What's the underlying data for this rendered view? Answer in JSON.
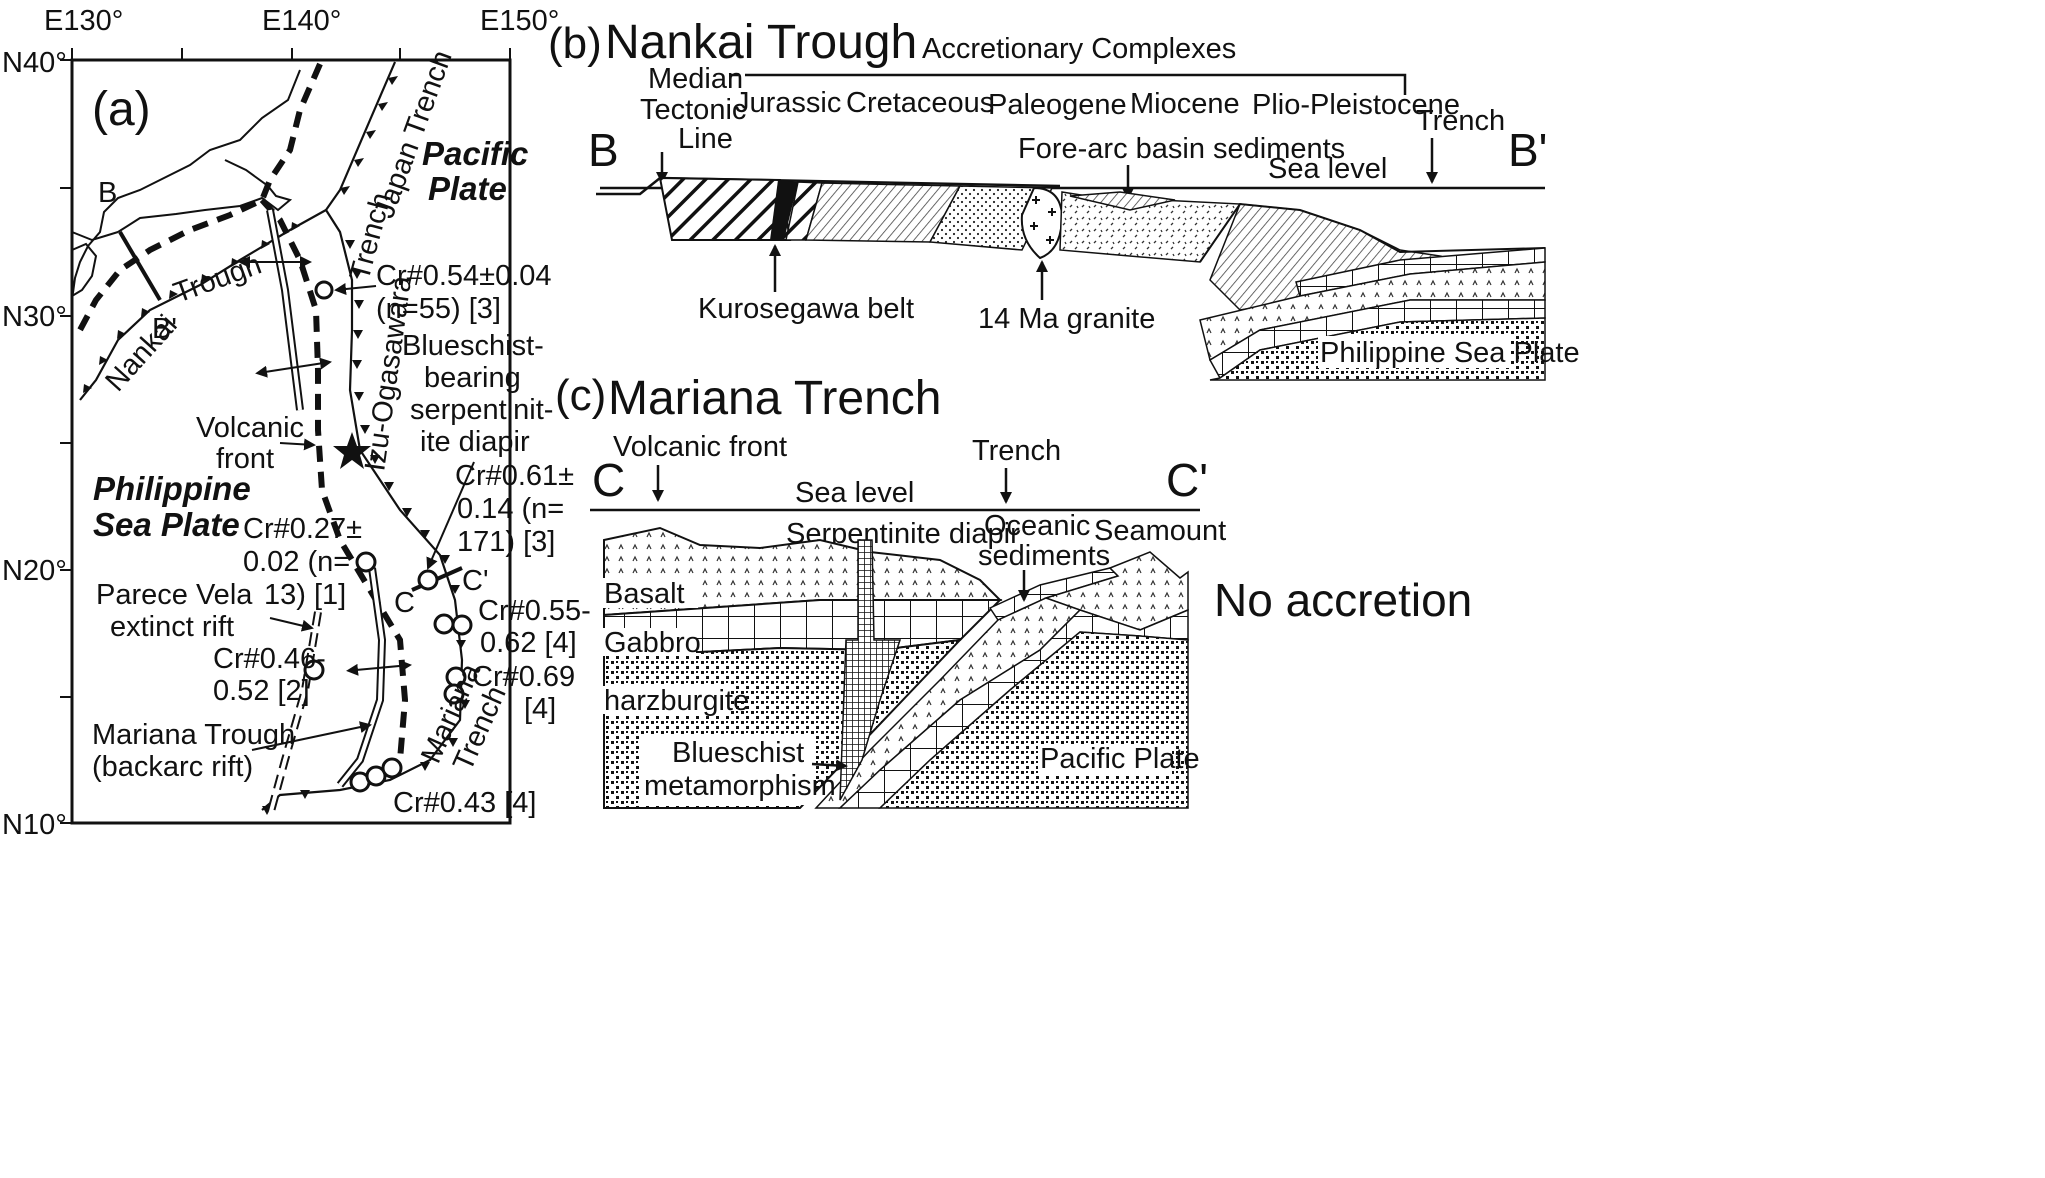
{
  "map": {
    "panel": "(a)",
    "lon_ticks": [
      "E130°",
      "E140°",
      "E150°"
    ],
    "lat_ticks": [
      "N40°",
      "N30°",
      "N20°",
      "N10°"
    ],
    "labels": {
      "japan_trench": "Japan Trench",
      "pacific_plate_1": "Pacific",
      "pacific_plate_2": "Plate",
      "philippine_1": "Philippine",
      "philippine_2": "Sea Plate",
      "nankai": "Nankai",
      "trough": "Trough",
      "trench": "Trench",
      "izu_ogasawara": "Izu-Ogasawara",
      "b": "B",
      "b_prime": "B'",
      "c": "C",
      "c_prime": "C'",
      "volcanic_front_1": "Volcanic",
      "volcanic_front_2": "front",
      "parece_1": "Parece Vela",
      "parece_2": "extinct rift",
      "mariana_trough_1": "Mariana Trough",
      "mariana_trough_2": "(backarc  rift)",
      "mariana_trench_1": "Mariana",
      "mariana_trench_2": "Trench",
      "blueschist_1": "Blueschist-",
      "blueschist_2": "bearing",
      "blueschist_3": "serpentinit-",
      "blueschist_4": "ite diapir"
    },
    "cr_values": {
      "cr1_a": "Cr#0.54±0.04",
      "cr1_b": "(n=55) [3]",
      "cr2_a": "Cr#0.61±",
      "cr2_b": "0.14 (n=",
      "cr2_c": "171) [3]",
      "cr3_a": "Cr#0.27±",
      "cr3_b": "0.02 (n=",
      "cr3_c": "13) [1]",
      "cr4_a": "Cr#0.55-",
      "cr4_b": "0.62 [4]",
      "cr5_a": "Cr#0.46-",
      "cr5_b": "0.52 [2]",
      "cr6_a": "Cr#0.69",
      "cr6_b": "[4]",
      "cr7": "Cr#0.43 [4]"
    }
  },
  "nankai": {
    "panel": "(b)",
    "title": "Nankai Trough",
    "accretionary": "Accretionary Complexes",
    "median_1": "Median",
    "median_2": "Tectonic",
    "median_3": "Line",
    "jurassic": "Jurassic",
    "cretaceous": "Cretaceous",
    "paleogene": "Paleogene",
    "miocene": "Miocene",
    "plio": "Plio-Pleistocene",
    "trench": "Trench",
    "b": "B",
    "b_prime": "B'",
    "forearc": "Fore-arc basin sediments",
    "sea_level": "Sea level",
    "kurosegawa": "Kurosegawa belt",
    "granite": "14 Ma granite",
    "philippine": "Philippine Sea Plate"
  },
  "mariana": {
    "panel": "(c)",
    "title": "Mariana Trench",
    "volcanic_front": "Volcanic front",
    "trench": "Trench",
    "c": "C",
    "c_prime": "C'",
    "sea_level": "Sea level",
    "serpentinite": "Serpentinite diapir",
    "oceanic_1": "Oceanic",
    "oceanic_2": "sediments",
    "seamount": "Seamount",
    "basalt": "Basalt",
    "gabbro": "Gabbro",
    "harzburgite": "harzburgite",
    "blueschist_1": "Blueschist",
    "blueschist_2": "metamorphism",
    "pacific": "Pacific Plate",
    "no_accretion": "No accretion"
  }
}
